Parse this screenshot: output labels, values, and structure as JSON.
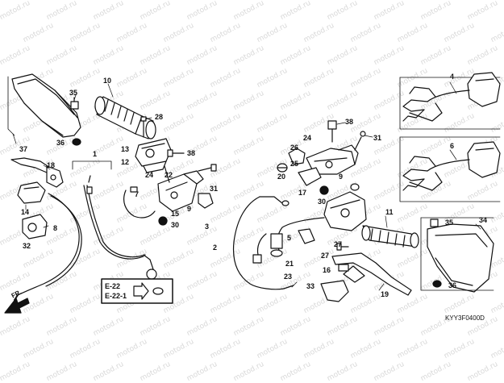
{
  "watermark": "motod.ru",
  "diagram_code": "KYY3F0400D",
  "direction_marker": "FR.",
  "reference_box": [
    "E-22",
    "E-22-1"
  ],
  "callouts": [
    {
      "id": "c10",
      "text": "10"
    },
    {
      "id": "c35a",
      "text": "35"
    },
    {
      "id": "c36a",
      "text": "36"
    },
    {
      "id": "c37",
      "text": "37"
    },
    {
      "id": "c28",
      "text": "28"
    },
    {
      "id": "c13",
      "text": "13"
    },
    {
      "id": "c38a",
      "text": "38"
    },
    {
      "id": "c12",
      "text": "12"
    },
    {
      "id": "c24a",
      "text": "24"
    },
    {
      "id": "c22",
      "text": "22"
    },
    {
      "id": "c31a",
      "text": "31"
    },
    {
      "id": "c7",
      "text": "7"
    },
    {
      "id": "c15",
      "text": "15"
    },
    {
      "id": "c9a",
      "text": "9"
    },
    {
      "id": "c30a",
      "text": "30"
    },
    {
      "id": "c3",
      "text": "3"
    },
    {
      "id": "c1",
      "text": "1"
    },
    {
      "id": "c18",
      "text": "18"
    },
    {
      "id": "c14",
      "text": "14"
    },
    {
      "id": "c8",
      "text": "8"
    },
    {
      "id": "c32",
      "text": "32"
    },
    {
      "id": "c4",
      "text": "4"
    },
    {
      "id": "c38b",
      "text": "38"
    },
    {
      "id": "c24b",
      "text": "24"
    },
    {
      "id": "c31b",
      "text": "31"
    },
    {
      "id": "c26",
      "text": "26"
    },
    {
      "id": "c25",
      "text": "25"
    },
    {
      "id": "c20",
      "text": "20"
    },
    {
      "id": "c17",
      "text": "17"
    },
    {
      "id": "c9b",
      "text": "9"
    },
    {
      "id": "c6",
      "text": "6"
    },
    {
      "id": "c30b",
      "text": "30"
    },
    {
      "id": "c2",
      "text": "2"
    },
    {
      "id": "c5",
      "text": "5"
    },
    {
      "id": "c11",
      "text": "11"
    },
    {
      "id": "c34",
      "text": "34"
    },
    {
      "id": "c35b",
      "text": "35"
    },
    {
      "id": "c27a",
      "text": "27"
    },
    {
      "id": "c27b",
      "text": "27"
    },
    {
      "id": "c16",
      "text": "16"
    },
    {
      "id": "c19",
      "text": "19"
    },
    {
      "id": "c33",
      "text": "33"
    },
    {
      "id": "c36b",
      "text": "36"
    },
    {
      "id": "c21",
      "text": "21"
    },
    {
      "id": "c23",
      "text": "23"
    }
  ]
}
